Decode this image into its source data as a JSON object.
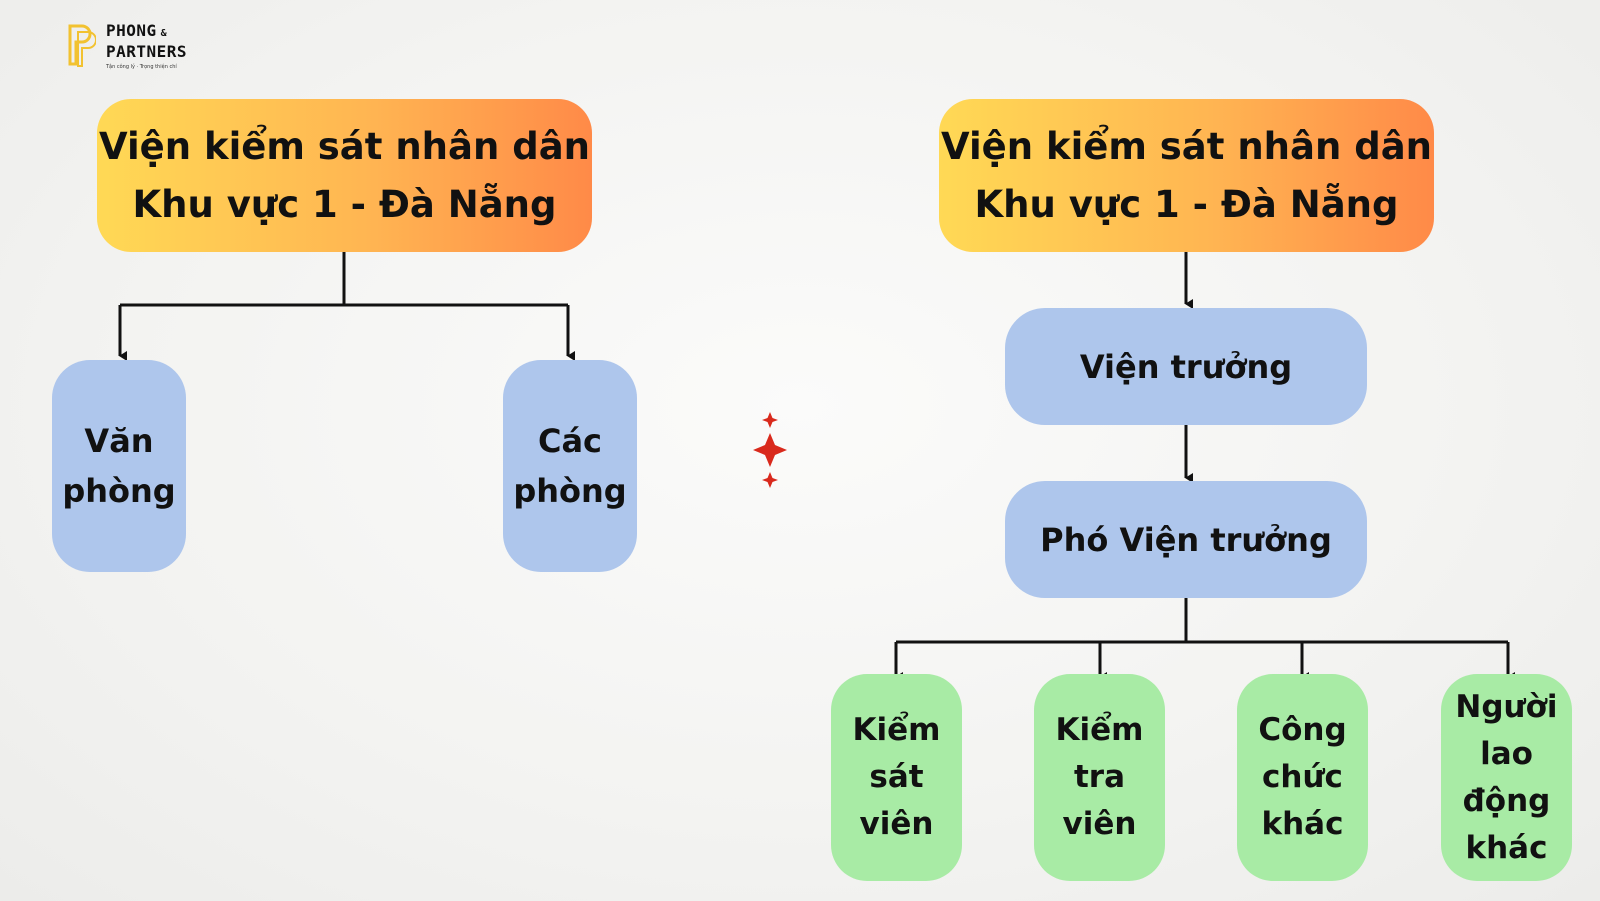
{
  "logo": {
    "line1": "PHONG",
    "amp": "&",
    "line2": "PARTNERS",
    "tagline": "Tận công lý · Trọng thiện chí"
  },
  "left": {
    "root": "Viện kiểm sát nhân dân\nKhu vực 1 - Đà Nẵng",
    "children": [
      "Văn\nphòng",
      "Các\nphòng"
    ]
  },
  "right": {
    "root": "Viện kiểm sát nhân dân\nKhu vực 1 - Đà Nẵng",
    "head": "Viện trưởng",
    "deputy": "Phó Viện trưởng",
    "staff": [
      "Kiểm\nsát\nviên",
      "Kiểm\ntra\nviên",
      "Công\nchức\nkhác",
      "Người\nlao\nđộng\nkhác"
    ]
  },
  "colors": {
    "root_gradient": [
      "#ffd955",
      "#ff8a48"
    ],
    "unit_box": "#aec6ec",
    "staff_box": "#a8eba5",
    "divider": "#d9291c"
  },
  "icons": {
    "divider_ornament": "four-point-star-icon",
    "logo_mark": "pp-monogram-icon"
  }
}
